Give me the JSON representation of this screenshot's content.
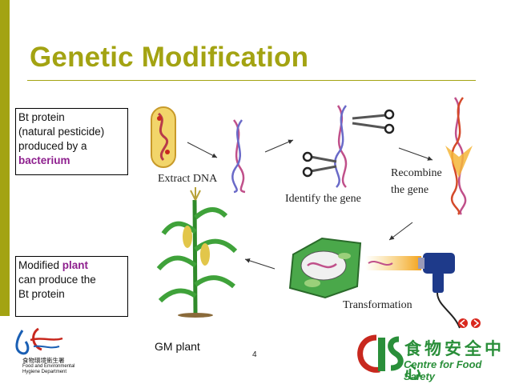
{
  "title": "Genetic Modification",
  "notes": {
    "bt": {
      "line1": "Bt protein",
      "line2": "(natural pesticide)",
      "line3": "produced by a",
      "highlight": "bacterium"
    },
    "plant": {
      "prefix": "Modified ",
      "highlight": "plant",
      "line2": "can produce the",
      "line3": "Bt protein"
    }
  },
  "diagram": {
    "labels": {
      "extract": "Extract DNA",
      "identify": "Identify the gene",
      "recombine1": "Recombine",
      "recombine2": "the gene",
      "transformation": "Transformation"
    }
  },
  "gm_label": "GM plant",
  "page_number": "4",
  "logos": {
    "fehd_cn": "食物環境衞生署",
    "fehd_en_1": "Food and Environmental",
    "fehd_en_2": "Hygiene Department",
    "cfs_cn": "食物安全中心",
    "cfs_en": "Centre for Food Safety"
  },
  "colors": {
    "accent": "#a3a312",
    "highlight": "#8e1f8e",
    "cfs_green": "#2a8f3a",
    "fehd_red": "#c8281e"
  }
}
